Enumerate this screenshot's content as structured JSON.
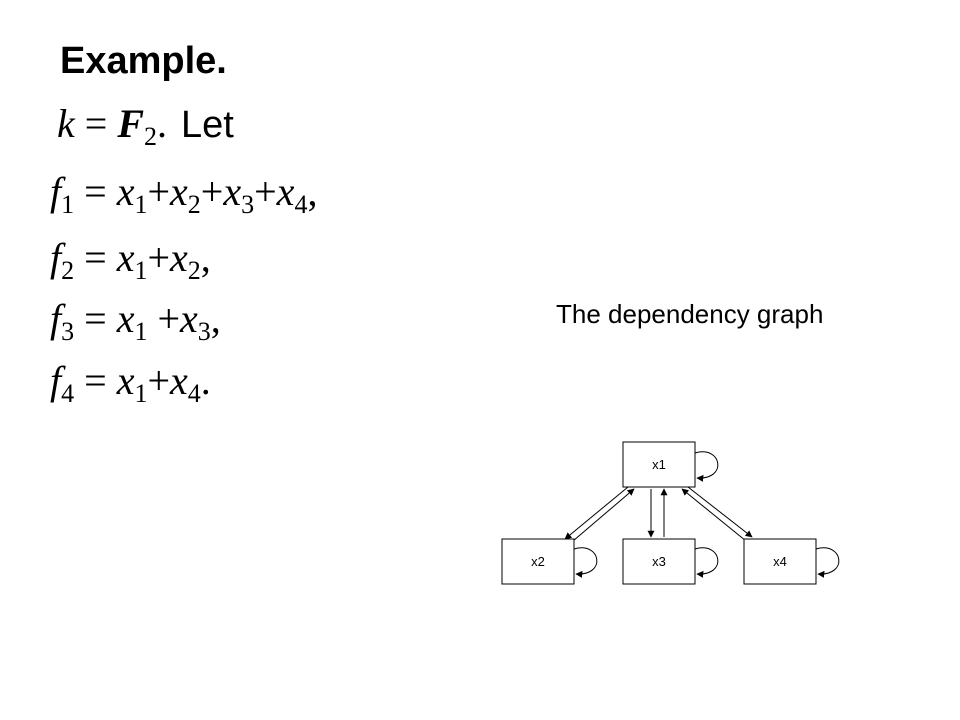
{
  "heading": "Example.",
  "field_line": {
    "k": "k",
    "equals": " = ",
    "field_letter": "F",
    "field_sub": "2",
    "period": ".",
    "let": "Let"
  },
  "equations": [
    {
      "f": "f",
      "idx": "1",
      "terms": [
        {
          "v": "x",
          "s": "1",
          "op": "+"
        },
        {
          "v": "x",
          "s": "2",
          "op": "+"
        },
        {
          "v": "x",
          "s": "3",
          "op": "+"
        },
        {
          "v": "x",
          "s": "4",
          "op": ","
        }
      ]
    },
    {
      "f": "f",
      "idx": "2",
      "terms": [
        {
          "v": "x",
          "s": "1",
          "op": "+"
        },
        {
          "v": "x",
          "s": "2",
          "op": ","
        }
      ]
    },
    {
      "f": "f",
      "idx": "3",
      "terms": [
        {
          "v": "x",
          "s": "1",
          "op": " +"
        },
        {
          "v": "x",
          "s": "3",
          "op": ","
        }
      ]
    },
    {
      "f": "f",
      "idx": "4",
      "terms": [
        {
          "v": "x",
          "s": "1",
          "op": "+"
        },
        {
          "v": "x",
          "s": "4",
          "op": "."
        }
      ]
    }
  ],
  "graph": {
    "caption": "The dependency graph",
    "nodes": [
      "x1",
      "x2",
      "x3",
      "x4"
    ]
  }
}
